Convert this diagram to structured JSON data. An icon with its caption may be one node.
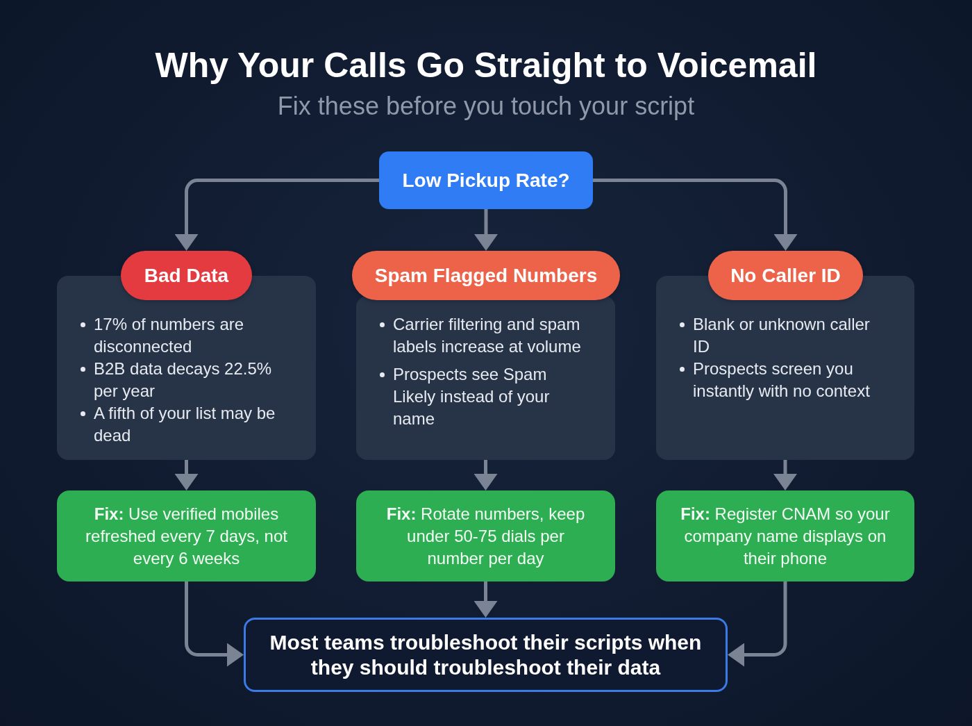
{
  "diagram": {
    "title": "Why Your Calls Go Straight to Voicemail",
    "nodes": [
      {
        "text": [
          "Low Pickup Rate?"
        ]
      },
      {
        "text": [
          "Bad Data"
        ]
      },
      {
        "text": [
          "Spam Flagged Numbers"
        ]
      },
      {
        "text": [
          "No Caller ID"
        ]
      },
      {
        "text": [
          "17% of numbers are disconnected",
          "B2B data decays 22.5% per year",
          "A fifth of your list may be dead"
        ]
      },
      {
        "text": [
          "Carrier filtering and spam labels increase at volume",
          "Prospects see Spam Likely instead of your name"
        ]
      },
      {
        "text": [
          "Blank or unknown caller ID",
          "Prospects screen you instantly with no context"
        ]
      },
      {
        "text": [
          "**Fix:** Use verified mobiles refreshed every 7 days, not every 6 weeks"
        ]
      },
      {
        "text": [
          "**Fix:** Rotate numbers, keep under 50-75 dials per number per day"
        ]
      },
      {
        "text": [
          "**Fix:** Register CNAM so your company name displays on their phone"
        ]
      },
      {
        "text": [
          "Most teams troubleshoot their scripts when they should troubleshoot their data"
        ]
      }
    ],
    "edges": [
      {
        "from": 0,
        "to": 1,
        "arrow": "to"
      },
      {
        "from": 0,
        "to": 2,
        "arrow": "to"
      },
      {
        "from": 0,
        "to": 3,
        "arrow": "to"
      },
      {
        "from": 4,
        "to": 7,
        "arrow": "to"
      },
      {
        "from": 5,
        "to": 8,
        "arrow": "to"
      },
      {
        "from": 6,
        "to": 9,
        "arrow": "to"
      },
      {
        "from": 7,
        "to": 10,
        "arrow": "to"
      },
      {
        "from": 8,
        "to": 10,
        "arrow": "to"
      },
      {
        "from": 9,
        "to": 10,
        "arrow": "to"
      }
    ],
    "labels": [
      "Fix these before you touch your script"
    ]
  }
}
